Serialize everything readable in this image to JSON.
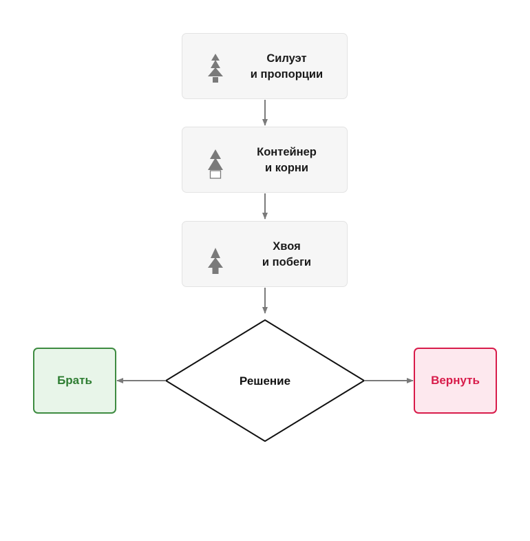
{
  "steps": [
    {
      "line1": "Силуэт",
      "line2": "и пропорции",
      "icon": "tree-silhouette-icon"
    },
    {
      "line1": "Контейнер",
      "line2": "и корни",
      "icon": "tree-container-icon"
    },
    {
      "line1": "Хвоя",
      "line2": "и побеги",
      "icon": "tree-needles-icon"
    }
  ],
  "decision": {
    "label": "Решение"
  },
  "outcomes": {
    "take": {
      "label": "Брать"
    },
    "return": {
      "label": "Вернуть"
    }
  },
  "colors": {
    "connector": "#7a7a7a",
    "icon": "#7a7a7a",
    "take_text": "#2e7d32",
    "take_border": "#3d8b40",
    "take_fill": "#e8f5e9",
    "return_text": "#d81b4a",
    "return_border": "#d81b4a",
    "return_fill": "#fde8ee"
  }
}
